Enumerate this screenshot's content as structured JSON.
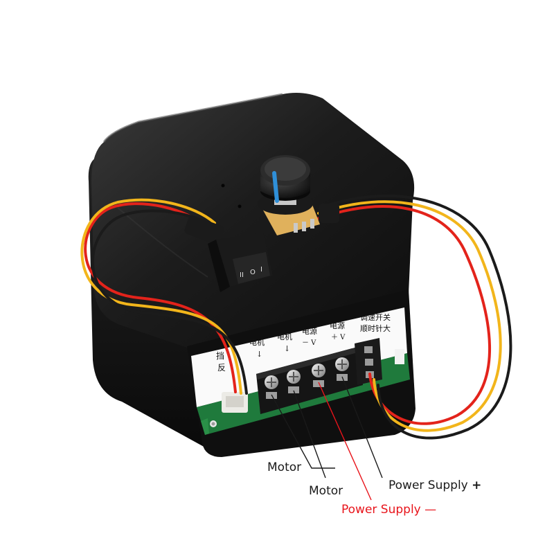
{
  "panel_labels": {
    "left_partial_1": "挡",
    "left_partial_2": "反",
    "motor_a": "电机",
    "motor_b": "电机",
    "power_neg_top": "电源",
    "power_neg_bottom": "－ V",
    "power_pos_top": "电源",
    "power_pos_bottom": "＋ V",
    "speed_top": "调速开关",
    "speed_bottom": "顺时针大"
  },
  "rocker_switch": {
    "symbol_left": "II",
    "symbol_mid": "O",
    "symbol_right": "I"
  },
  "callouts": {
    "motor_1": "Motor",
    "motor_2": "Motor",
    "power_supply_pos": "Power Supply",
    "power_supply_pos_sign": "+",
    "power_supply_neg": "Power Supply",
    "power_supply_neg_sign": "—"
  },
  "colors": {
    "housing": "#141414",
    "pcb": "#1f7a3c",
    "wire_red": "#e3231b",
    "wire_yellow": "#f2b51b",
    "wire_black": "#1b1b1b",
    "knob_indicator": "#2f8fd8",
    "callout_highlight": "#e8141b"
  }
}
